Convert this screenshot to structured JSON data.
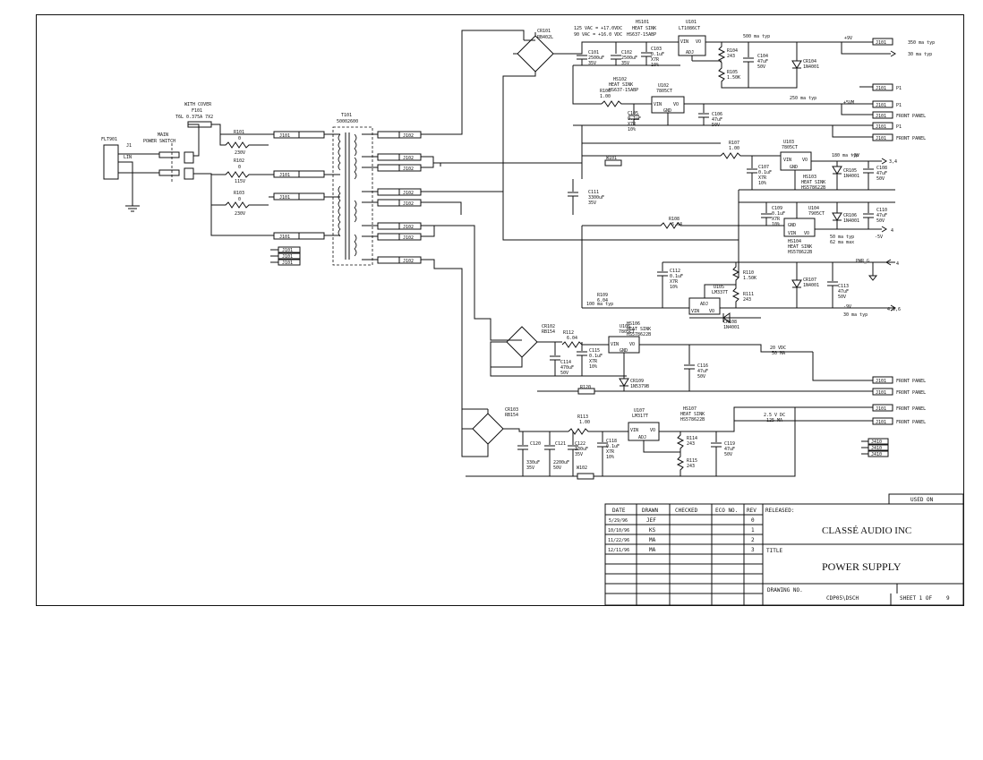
{
  "schematic": {
    "inputs": {
      "filter_label": "FLT901",
      "line_labels": [
        "J1",
        "LIN"
      ],
      "main_power_switch": [
        "MAIN",
        "POWER SWITCH"
      ],
      "fuse": [
        "WITH COVER",
        "F101",
        "T6L 0.375A 7X2"
      ],
      "r101": [
        "R101",
        "0",
        "230V"
      ],
      "r102": [
        "R102",
        "0",
        "115V"
      ],
      "r103": [
        "R103",
        "0",
        "230V"
      ],
      "transformer": [
        "T101",
        "50002600"
      ],
      "conn_left": [
        "J101",
        "J101",
        "J101",
        "J101"
      ],
      "conn_right": [
        "J102",
        "J102",
        "J102",
        "J102",
        "J102",
        "J102",
        "J102",
        "J102"
      ],
      "conn_stack": [
        "J101",
        "J101",
        "J101"
      ]
    },
    "top_rail": {
      "cr101": [
        "CR101",
        "RB402L"
      ],
      "voltage_note": [
        "125 VAC = +17.0VDC",
        "90 VAC = +16.0 VDC"
      ],
      "hs101": [
        "HS101",
        "HEAT SINK",
        "HS637-15ABP"
      ],
      "u101": [
        "U101",
        "LT1086CT"
      ],
      "c101": [
        "C101",
        "2500uF",
        "35V"
      ],
      "c102": [
        "C102",
        "2500uF",
        "35V"
      ],
      "c103": [
        "C103",
        "0.1uF",
        "X7R",
        "10%"
      ],
      "r104": [
        "R104",
        "243"
      ],
      "r105": [
        "R105",
        "1.50K"
      ],
      "c104": [
        "C104",
        "47uF",
        "50V"
      ],
      "cr104": [
        "CR104",
        "1N4001"
      ],
      "current_note": "500 ma typ",
      "out_9v": "+9V",
      "j101_label": "J101",
      "j101_note": "350 ma typ",
      "out4_note": "30 ma typ",
      "u101_vin": "VIN",
      "u101_vo": "VO",
      "u101_adj": "ADJ"
    },
    "second_rail": {
      "hs102": [
        "HS102",
        "HEAT SINK",
        "HS637-15ABP"
      ],
      "u102": [
        "U102",
        "7805CT"
      ],
      "r106": [
        "R106",
        "1.00"
      ],
      "c105": [
        "C105",
        "0.1uF",
        "X7R",
        "10%"
      ],
      "c106": [
        "C106",
        "47uF",
        "50V"
      ],
      "note_250": "250 ma typ",
      "out_5vm": "+5VM",
      "front_panel": "FRONT PANEL",
      "p1": "P1"
    },
    "minus5": {
      "r107": [
        "R107",
        "1.00"
      ],
      "u103": [
        "U103",
        "7805CT"
      ],
      "c107": [
        "C107",
        "0.1uF",
        "X7R",
        "10%"
      ],
      "hs103": [
        "HS103",
        "HEAT SINK",
        "HS578622B"
      ],
      "cr105": [
        "CR105",
        "1N4001"
      ],
      "c108": [
        "C108",
        "47uF",
        "50V"
      ],
      "note_180": "180 ma typ",
      "out": "-5V",
      "node": "3,4",
      "w101": "W101"
    },
    "neg_rail": {
      "c111": [
        "C111",
        "3300uF",
        "35V"
      ],
      "r108": [
        "R108",
        "6.04"
      ],
      "c109": [
        "C109",
        "0.1uF",
        "X7R",
        "10%"
      ],
      "u104": [
        "U104",
        "7905CT"
      ],
      "hs104": [
        "HS104",
        "HEAT SINK",
        "HS578622B"
      ],
      "cr106": [
        "CR106",
        "1N4001"
      ],
      "c110": [
        "C110",
        "47uF",
        "50V"
      ],
      "note": [
        "50 ma typ",
        "62 ma max"
      ],
      "out": "-5V"
    },
    "adj_rail": {
      "c112": [
        "C112",
        "0.1uF",
        "X7R",
        "10%"
      ],
      "r110": [
        "R110",
        "1.50K"
      ],
      "u105": [
        "U105",
        "LM337T"
      ],
      "r111": [
        "R111",
        "243"
      ],
      "cr108": [
        "CR108",
        "1N4001"
      ],
      "cr107": [
        "CR107",
        "1N4001"
      ],
      "c113": [
        "C113",
        "47uF",
        "50V"
      ],
      "r109": [
        "R109",
        "6.04"
      ],
      "note_100": "100 ma typ",
      "out_9v": "-9V",
      "note_30": "30 ma typ",
      "node": "4,5,6",
      "pwr_g": "PWR_G"
    },
    "bridge2": {
      "cr102": [
        "CR102",
        "RB154"
      ],
      "r112": [
        "R112",
        "6.04"
      ],
      "u106": [
        "U106",
        "7805CT"
      ],
      "hs106": [
        "HS106",
        "HEAT SINK",
        "HS578622B"
      ],
      "c115": [
        "C115",
        "0.1uF",
        "X7R",
        "10%"
      ],
      "c114": [
        "C114",
        "470uF",
        "50V"
      ],
      "cr109": [
        "CR109",
        "1N5379B"
      ],
      "c116": [
        "C116",
        "47uF",
        "50V"
      ],
      "note_20": [
        "20 VDC",
        "50 MA"
      ],
      "r120": "R120",
      "fp1": "FRONT PANEL",
      "fp2": "FRONT PANEL"
    },
    "bridge3": {
      "cr103": [
        "CR103",
        "RB154"
      ],
      "r113": [
        "R113",
        "1.00"
      ],
      "u107": [
        "U107",
        "LM317T"
      ],
      "hs107": [
        "HS107",
        "HEAT SINK",
        "HS578622B"
      ],
      "c120": [
        "C120",
        "330uF",
        "35V"
      ],
      "c121": [
        "C121",
        "2200uF",
        "50V"
      ],
      "c122": [
        "C122",
        "330uF",
        "35V"
      ],
      "c118": [
        "C118",
        "0.1uF",
        "X7R",
        "10%"
      ],
      "r114": [
        "R114",
        "243"
      ],
      "r115": [
        "R115",
        "243"
      ],
      "c119": [
        "C119",
        "47uF",
        "50V"
      ],
      "note_25": [
        "2.5 V DC",
        "125 MA"
      ],
      "w102": "W102",
      "fp1": "FRONT PANEL",
      "fp2": "FRONT PANEL",
      "j_stack": [
        "J410",
        "J410",
        "J410"
      ]
    }
  },
  "title_block": {
    "used_on": "USED ON",
    "headers": [
      "DATE",
      "DRAWN",
      "CHECKED",
      "ECO NO.",
      "REV"
    ],
    "rows": [
      {
        "date": "5/29/96",
        "drawn": "JEF",
        "checked": "",
        "eco": "",
        "rev": "0"
      },
      {
        "date": "10/10/96",
        "drawn": "KS",
        "checked": "",
        "eco": "",
        "rev": "1"
      },
      {
        "date": "11/22/96",
        "drawn": "MA",
        "checked": "",
        "eco": "",
        "rev": "2"
      },
      {
        "date": "12/11/96",
        "drawn": "MA",
        "checked": "",
        "eco": "",
        "rev": "3"
      }
    ],
    "released_label": "RELEASED:",
    "company": "CLASSÉ AUDIO INC",
    "title_label": "TITLE",
    "title": "POWER SUPPLY",
    "drawing_no_label": "DRAWING NO.",
    "drawing_no": "CDP05\\DSCH",
    "sheet": "SHEET 1 OF",
    "sheet_total": "9"
  }
}
